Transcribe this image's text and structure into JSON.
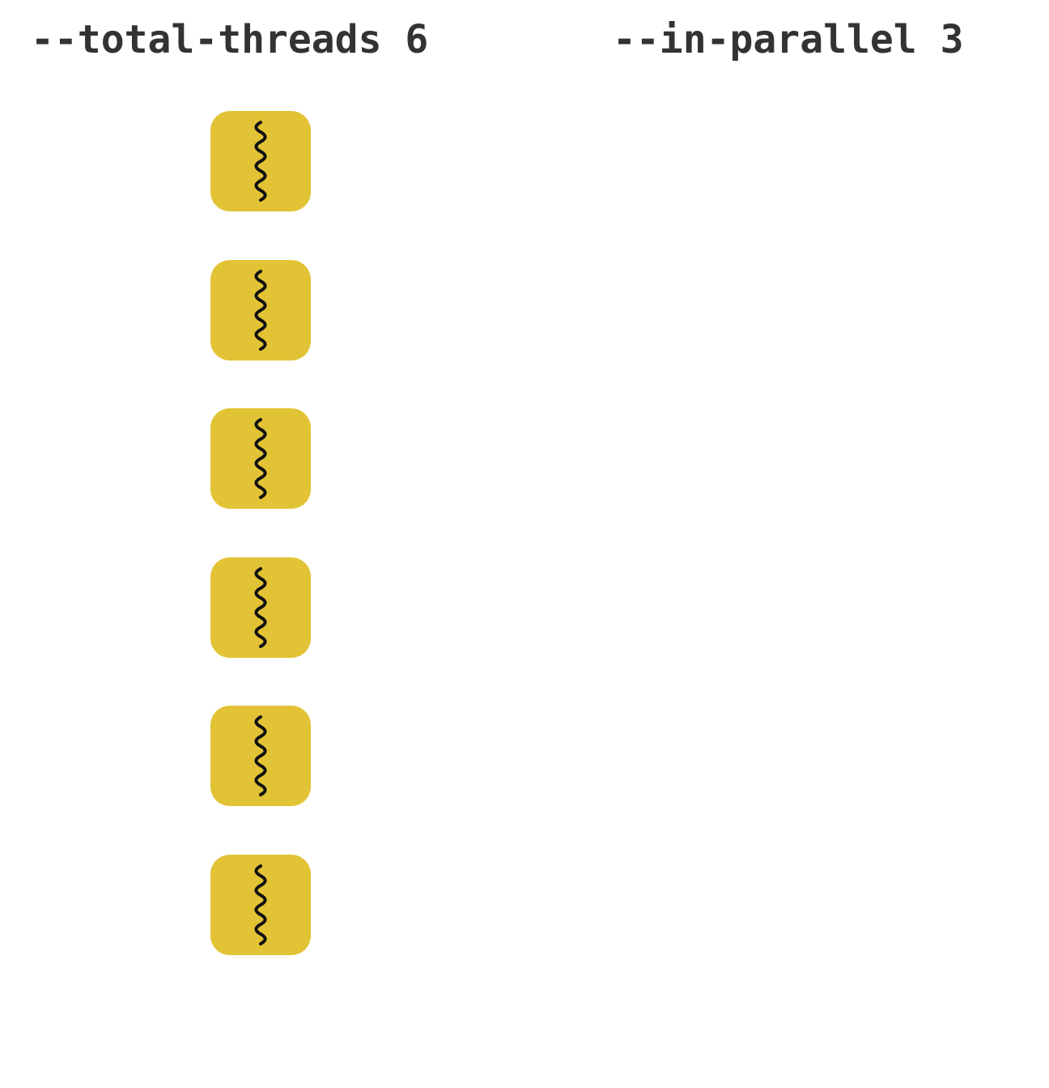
{
  "labels": {
    "total_threads": "--total-threads 6",
    "in_parallel": "--in-parallel 3"
  },
  "threads": {
    "count": 6,
    "icon": "thread-wavy-icon",
    "tile_color": "#e2c335",
    "icon_color": "#111111"
  },
  "colors": {
    "text": "#333333",
    "background": "#ffffff"
  }
}
